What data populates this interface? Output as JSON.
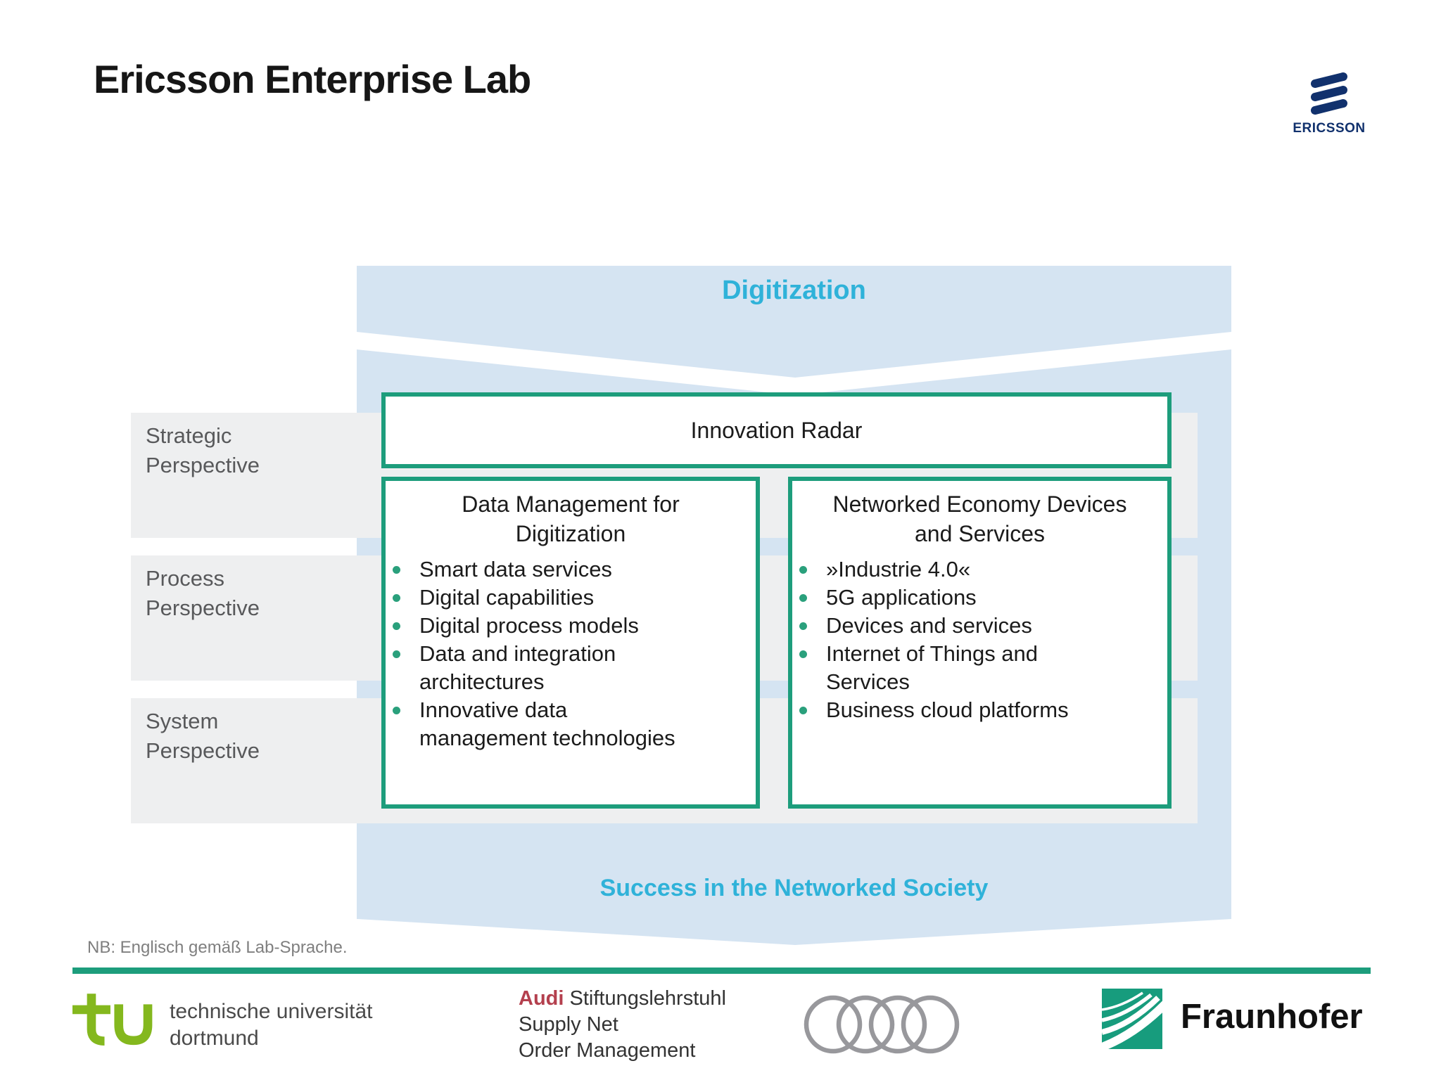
{
  "slide": {
    "title": "Ericsson Enterprise Lab",
    "footnote": "NB: Englisch gemäß Lab-Sprache."
  },
  "header": {
    "ericsson_wordmark": "ERICSSON"
  },
  "diagram": {
    "top_banner": "Digitization",
    "bottom_banner": "Success in the Networked Society",
    "innovation_radar": "Innovation Radar",
    "perspectives": [
      {
        "label": "Strategic\nPerspective"
      },
      {
        "label": "Process\nPerspective"
      },
      {
        "label": "System\nPerspective"
      }
    ],
    "boxes": [
      {
        "title": "Data Management for\nDigitization",
        "bullets": [
          "Smart data services",
          "Digital capabilities",
          "Digital process models",
          "Data and integration\narchitectures",
          "Innovative data\nmanagement technologies"
        ]
      },
      {
        "title": "Networked Economy Devices\nand Services",
        "bullets": [
          "»Industrie 4.0«",
          "5G applications",
          "Devices and services",
          "Internet of Things and\nServices",
          "Business cloud platforms"
        ]
      }
    ]
  },
  "footer": {
    "tu": {
      "name": "technische universität\ndortmund"
    },
    "audi_chair": {
      "brand": "Audi",
      "title": "Stiftungslehrstuhl",
      "line2": "Supply Net",
      "line3": "Order Management"
    },
    "fraunhofer": {
      "label": "Fraunhofer"
    }
  },
  "colors": {
    "banner_blue": "#d5e4f2",
    "accent_cyan": "#2fb2d9",
    "box_border_green": "#1d9d7c",
    "bullet_green": "#2aa07c",
    "row_gray": "#eeeff0",
    "label_gray": "#58595b",
    "ericsson_navy": "#11316d",
    "tu_green": "#84b81e",
    "audi_red": "#b4404e",
    "fraunhofer_green": "#179c7d"
  }
}
